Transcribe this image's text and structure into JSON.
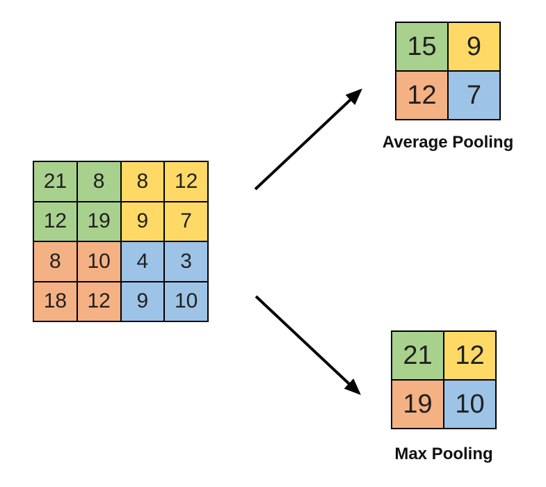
{
  "colors": {
    "green": "#A9D18E",
    "yellow": "#FFD966",
    "orange": "#F4B183",
    "blue": "#9DC3E6",
    "border": "#000000",
    "arrow": "#000000",
    "text": "#1F1F1F",
    "background": "#FFFFFF"
  },
  "input_matrix": {
    "values": [
      [
        21,
        8,
        8,
        12
      ],
      [
        12,
        19,
        9,
        7
      ],
      [
        8,
        10,
        4,
        3
      ],
      [
        18,
        12,
        9,
        10
      ]
    ],
    "cell_colors": [
      [
        "green",
        "green",
        "yellow",
        "yellow"
      ],
      [
        "green",
        "green",
        "yellow",
        "yellow"
      ],
      [
        "orange",
        "orange",
        "blue",
        "blue"
      ],
      [
        "orange",
        "orange",
        "blue",
        "blue"
      ]
    ]
  },
  "average_pooling": {
    "label": "Average Pooling",
    "values": [
      [
        15,
        9
      ],
      [
        12,
        7
      ]
    ],
    "cell_colors": [
      [
        "green",
        "yellow"
      ],
      [
        "orange",
        "blue"
      ]
    ]
  },
  "max_pooling": {
    "label": "Max Pooling",
    "values": [
      [
        21,
        12
      ],
      [
        19,
        10
      ]
    ],
    "cell_colors": [
      [
        "green",
        "yellow"
      ],
      [
        "orange",
        "blue"
      ]
    ]
  }
}
